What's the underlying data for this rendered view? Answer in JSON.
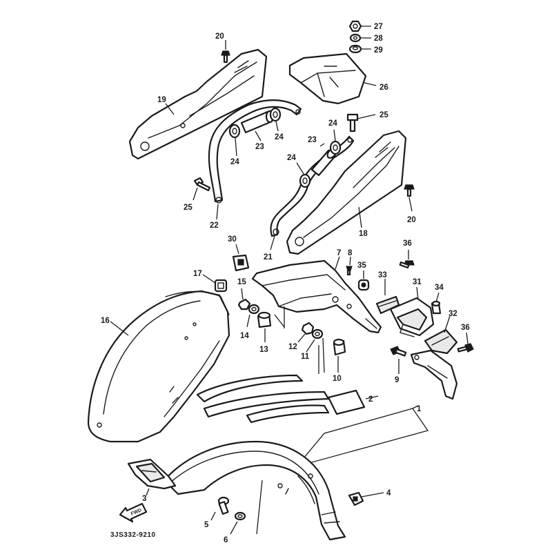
{
  "diagram": {
    "reference_code": "3JS332-9210",
    "direction_arrow_label": "FWD",
    "callouts": [
      {
        "id": "c1",
        "label": "1"
      },
      {
        "id": "c2",
        "label": "2"
      },
      {
        "id": "c3",
        "label": "3"
      },
      {
        "id": "c4",
        "label": "4"
      },
      {
        "id": "c5",
        "label": "5"
      },
      {
        "id": "c6",
        "label": "6"
      },
      {
        "id": "c7",
        "label": "7"
      },
      {
        "id": "c8",
        "label": "8"
      },
      {
        "id": "c9",
        "label": "9"
      },
      {
        "id": "c10",
        "label": "10"
      },
      {
        "id": "c11",
        "label": "11"
      },
      {
        "id": "c12",
        "label": "12"
      },
      {
        "id": "c13",
        "label": "13"
      },
      {
        "id": "c14",
        "label": "14"
      },
      {
        "id": "c15",
        "label": "15"
      },
      {
        "id": "c16",
        "label": "16"
      },
      {
        "id": "c17",
        "label": "17"
      },
      {
        "id": "c18",
        "label": "18"
      },
      {
        "id": "c19",
        "label": "19"
      },
      {
        "id": "c20a",
        "label": "20"
      },
      {
        "id": "c20b",
        "label": "20"
      },
      {
        "id": "c21",
        "label": "21"
      },
      {
        "id": "c22",
        "label": "22"
      },
      {
        "id": "c23a",
        "label": "23"
      },
      {
        "id": "c23b",
        "label": "23"
      },
      {
        "id": "c24a",
        "label": "24"
      },
      {
        "id": "c24b",
        "label": "24"
      },
      {
        "id": "c24c",
        "label": "24"
      },
      {
        "id": "c24d",
        "label": "24"
      },
      {
        "id": "c25a",
        "label": "25"
      },
      {
        "id": "c25b",
        "label": "25"
      },
      {
        "id": "c26",
        "label": "26"
      },
      {
        "id": "c27",
        "label": "27"
      },
      {
        "id": "c28",
        "label": "28"
      },
      {
        "id": "c29",
        "label": "29"
      },
      {
        "id": "c30",
        "label": "30"
      },
      {
        "id": "c31",
        "label": "31"
      },
      {
        "id": "c32",
        "label": "32"
      },
      {
        "id": "c33",
        "label": "33"
      },
      {
        "id": "c34",
        "label": "34"
      },
      {
        "id": "c35",
        "label": "35"
      },
      {
        "id": "c36a",
        "label": "36"
      },
      {
        "id": "c36b",
        "label": "36"
      }
    ]
  }
}
